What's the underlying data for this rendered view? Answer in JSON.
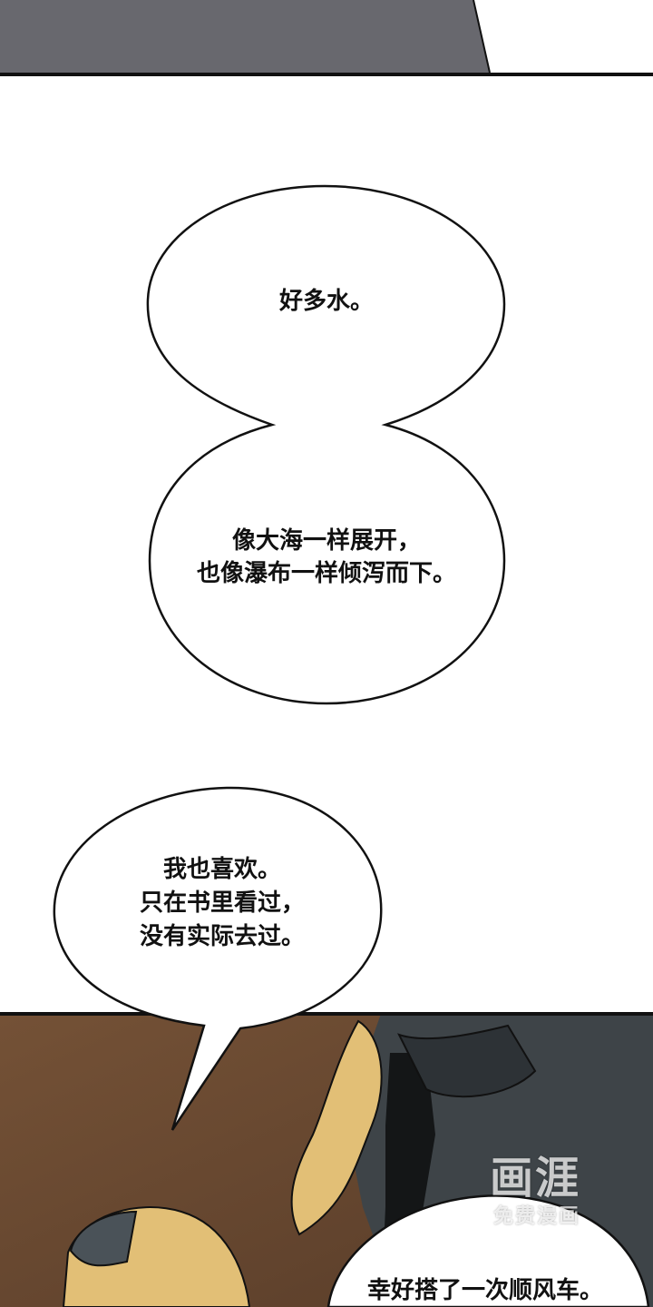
{
  "bubbles": {
    "first": {
      "lines": [
        "好多水。"
      ]
    },
    "second": {
      "lines": [
        "像大海一样展开，",
        "也像瀑布一样倾泻而下。"
      ]
    },
    "third": {
      "lines": [
        "我也喜欢。",
        "只在书里看过，",
        "没有实际去过。"
      ]
    },
    "fourth": {
      "lines": [
        "幸好搭了一次顺风车。"
      ]
    }
  },
  "watermark": {
    "logo": "画涯",
    "caption": "免费漫画"
  },
  "colors": {
    "top_panel_gray": "#68686e",
    "bottom_panel_brown": "#6b4a33",
    "suit_dark": "#3e4448",
    "hair_yellow": "#e2bf76"
  }
}
